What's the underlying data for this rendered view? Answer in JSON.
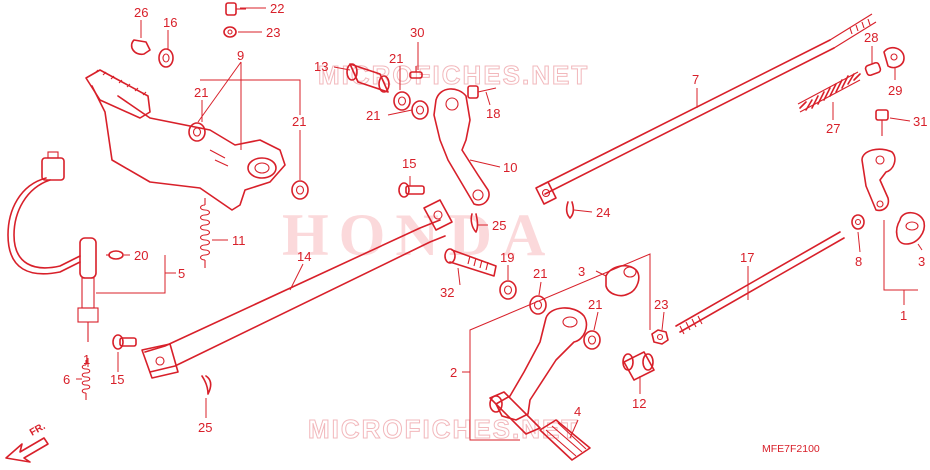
{
  "diagram": {
    "code": "MFE7F2100",
    "watermark_top": "MICROFICHES.NET",
    "watermark_bottom": "MICROFICHES.NET",
    "watermark_center": "HONDA",
    "direction_label": "FR.",
    "accent_color": "#d8202a",
    "callouts": [
      {
        "id": "c26",
        "label": "26"
      },
      {
        "id": "c16",
        "label": "16"
      },
      {
        "id": "c22",
        "label": "22"
      },
      {
        "id": "c23a",
        "label": "23"
      },
      {
        "id": "c9",
        "label": "9"
      },
      {
        "id": "c21a",
        "label": "21"
      },
      {
        "id": "c21b",
        "label": "21"
      },
      {
        "id": "c13",
        "label": "13"
      },
      {
        "id": "c30",
        "label": "30"
      },
      {
        "id": "c21c",
        "label": "21"
      },
      {
        "id": "c21d",
        "label": "21"
      },
      {
        "id": "c18",
        "label": "18"
      },
      {
        "id": "c10",
        "label": "10"
      },
      {
        "id": "c7",
        "label": "7"
      },
      {
        "id": "c28",
        "label": "28"
      },
      {
        "id": "c29",
        "label": "29"
      },
      {
        "id": "c27",
        "label": "27"
      },
      {
        "id": "c31",
        "label": "31"
      },
      {
        "id": "c15a",
        "label": "15"
      },
      {
        "id": "c25a",
        "label": "25"
      },
      {
        "id": "c24",
        "label": "24"
      },
      {
        "id": "c11",
        "label": "11"
      },
      {
        "id": "c14",
        "label": "14"
      },
      {
        "id": "c20",
        "label": "20"
      },
      {
        "id": "c5",
        "label": "5"
      },
      {
        "id": "c19",
        "label": "19"
      },
      {
        "id": "c32",
        "label": "32"
      },
      {
        "id": "c21e",
        "label": "21"
      },
      {
        "id": "c3a",
        "label": "3"
      },
      {
        "id": "c17",
        "label": "17"
      },
      {
        "id": "c8",
        "label": "8"
      },
      {
        "id": "c3b",
        "label": "3"
      },
      {
        "id": "c1a",
        "label": "1"
      },
      {
        "id": "c21f",
        "label": "21"
      },
      {
        "id": "c23b",
        "label": "23"
      },
      {
        "id": "c1b",
        "label": "1"
      },
      {
        "id": "c6",
        "label": "6"
      },
      {
        "id": "c15b",
        "label": "15"
      },
      {
        "id": "c2",
        "label": "2"
      },
      {
        "id": "c12",
        "label": "12"
      },
      {
        "id": "c4",
        "label": "4"
      },
      {
        "id": "c25b",
        "label": "25"
      }
    ]
  }
}
